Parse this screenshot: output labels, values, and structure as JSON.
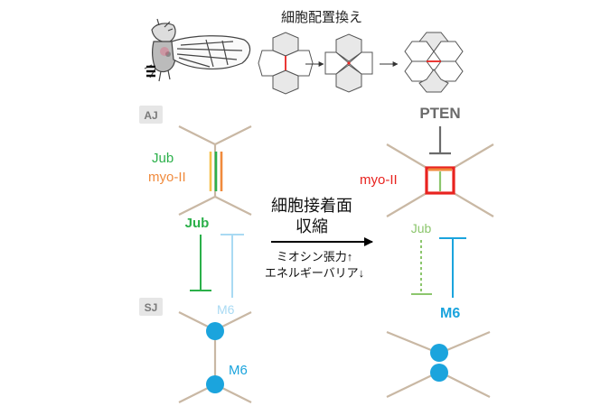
{
  "title": "細胞配置換え",
  "sections": {
    "aj": "AJ",
    "sj": "SJ"
  },
  "left": {
    "jub_aj": "Jub",
    "myo_ii": "myo-II",
    "jub_inhibitor": "Jub",
    "m6_inhibitor": "M6",
    "m6_sj": "M6"
  },
  "middle": {
    "line1": "細胞接着面",
    "line2": "収縮",
    "line3": "ミオシン張力↑",
    "line4": "エネルギーバリア↓"
  },
  "right": {
    "pten": "PTEN",
    "myo_ii": "myo-II",
    "jub": "Jub",
    "m6": "M6"
  },
  "colors": {
    "junction": "#c9b8a4",
    "jub": "#2bb04a",
    "jub_light": "#8cc66d",
    "myo_ii": "#f08a3c",
    "myo_ii_yellow": "#f6c04a",
    "myo_ii_red": "#e8231f",
    "m6": "#1ba4dd",
    "m6_light": "#a9daf3",
    "pten": "#6b6b6b",
    "badge_bg": "#e6e6e6",
    "badge_text": "#7a7a7a"
  }
}
